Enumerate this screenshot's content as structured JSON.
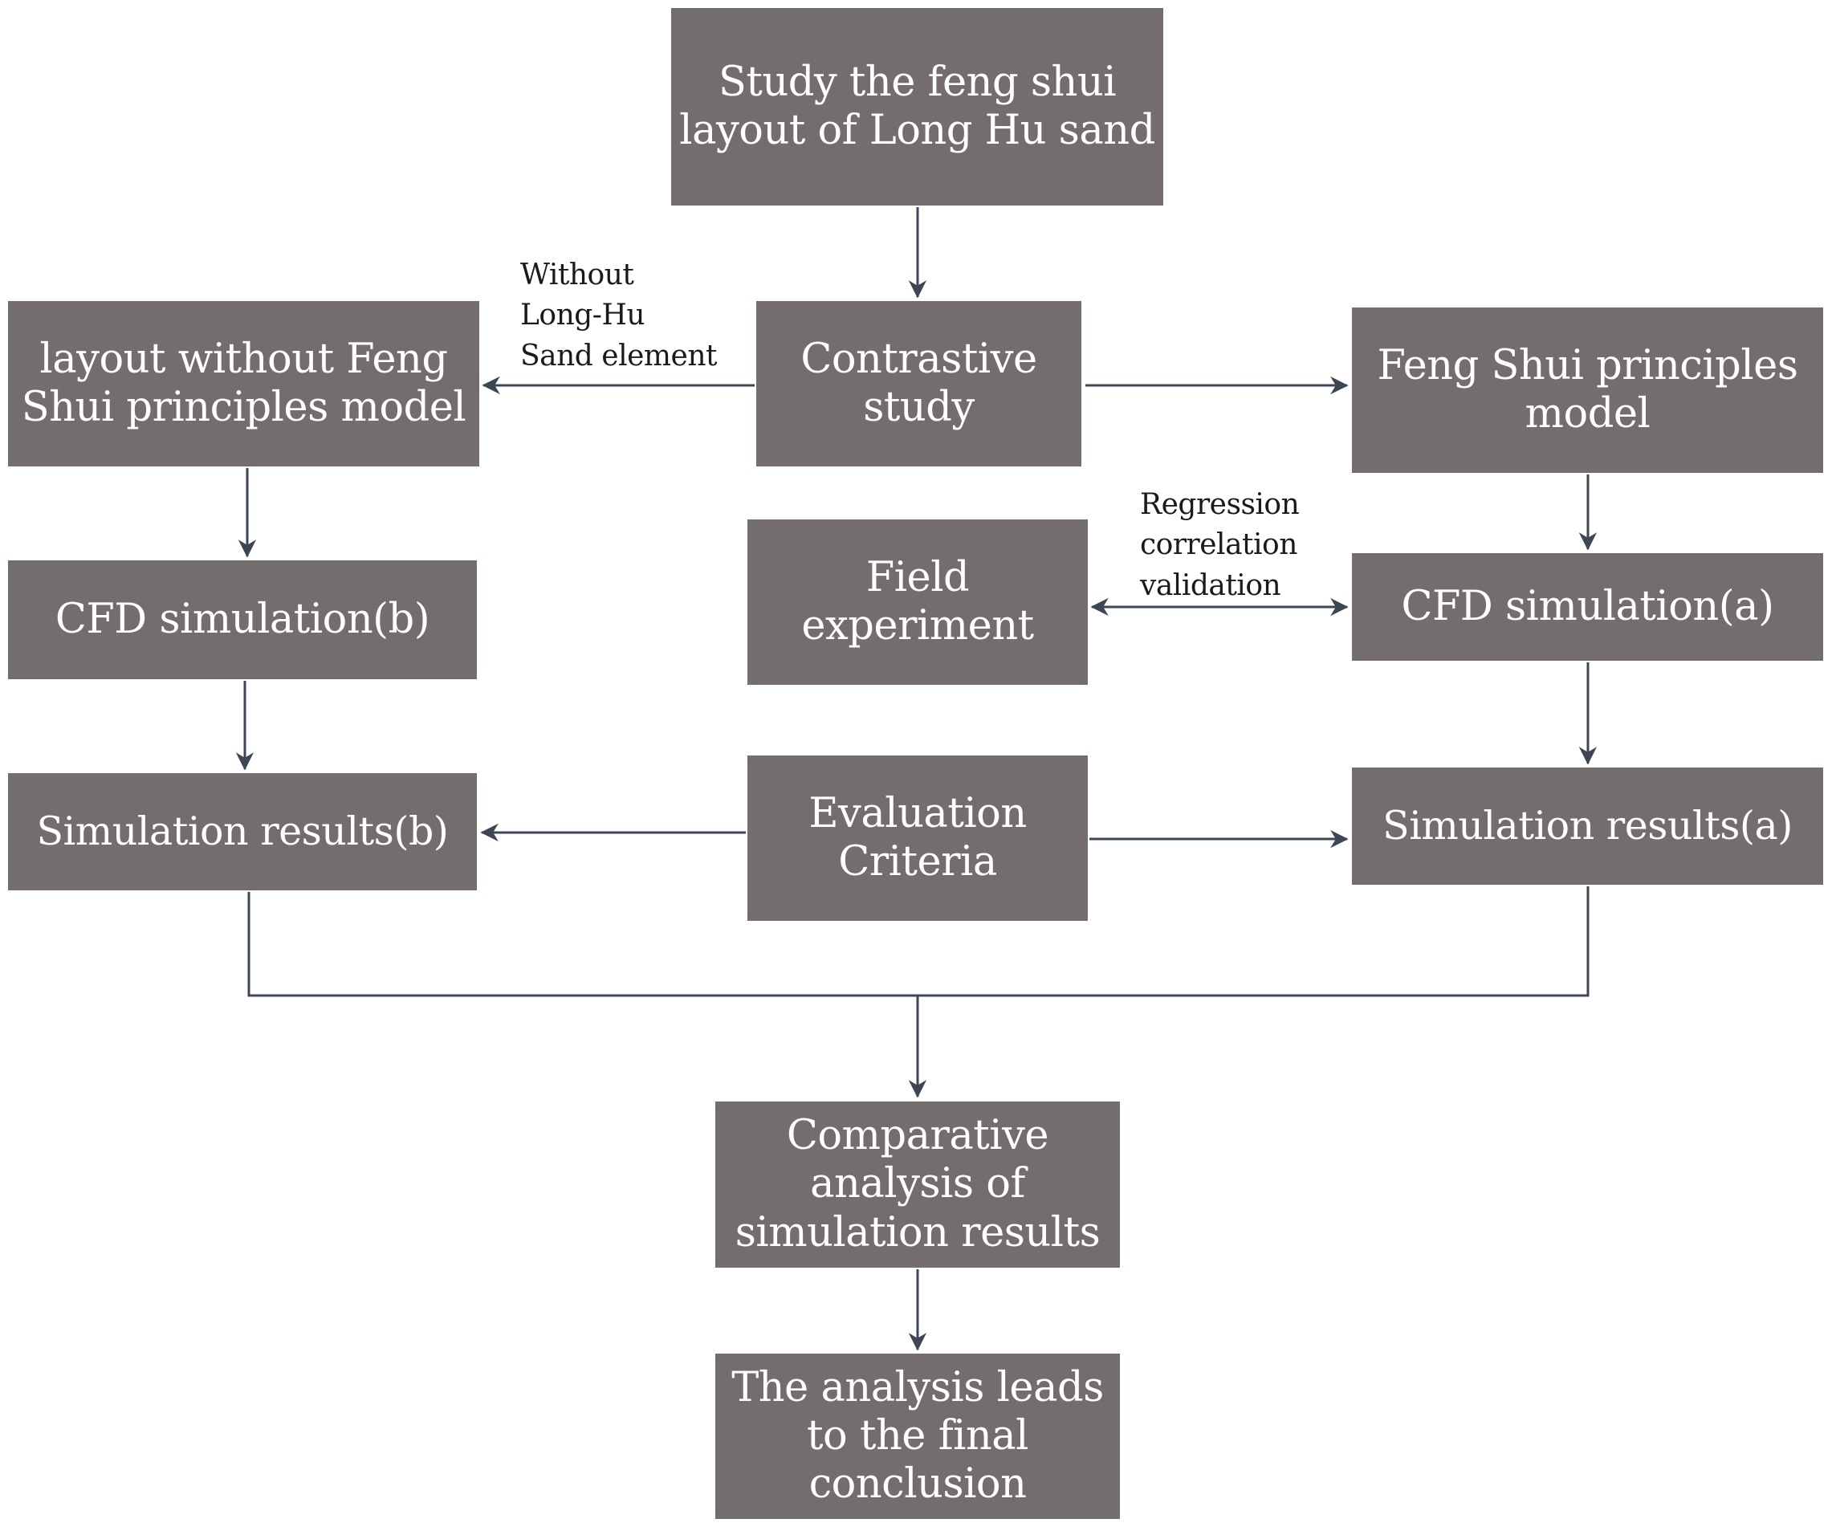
{
  "nodes": {
    "top": "Study the feng shui\nlayout of Long Hu sand",
    "contrastive": "Contrastive\nstudy",
    "layout_without": "layout without Feng\nShui principles model",
    "feng_shui_model": "Feng Shui principles\nmodel",
    "cfd_b": "CFD simulation(b)",
    "field_experiment": "Field\nexperiment",
    "cfd_a": "CFD simulation(a)",
    "sim_results_b": "Simulation results(b)",
    "evaluation": "Evaluation\nCriteria",
    "sim_results_a": "Simulation results(a)",
    "comparative": "Comparative\nanalysis of\nsimulation results",
    "final": "The analysis leads\nto the final\nconclusion"
  },
  "edge_labels": {
    "without": "Without\nLong-Hu\nSand element",
    "regression": "Regression\ncorrelation\nvalidation"
  },
  "colors": {
    "box_fill": "#736e6d",
    "box_text": "#ffffff",
    "arrow": "#3d4654",
    "label_text": "#1a1a1a"
  }
}
